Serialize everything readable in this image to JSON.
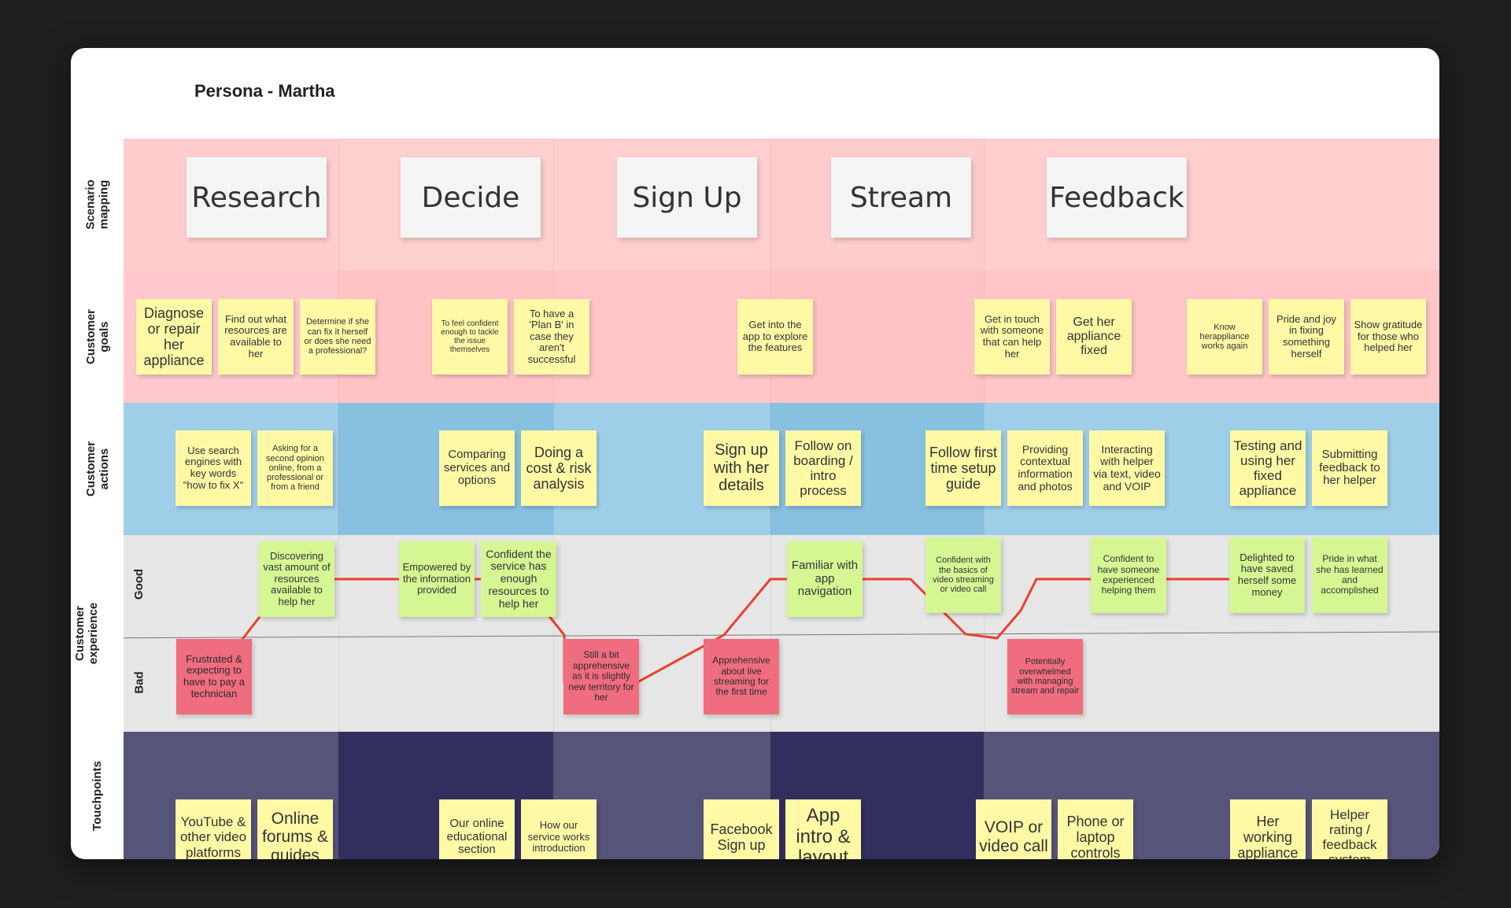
{
  "title": "Persona - Martha",
  "row_labels": {
    "scenario": "Scenario\nmapping",
    "goals": "Customer\ngoals",
    "actions": "Customer\nactions",
    "experience": "Customer\nexperience",
    "good": "Good",
    "bad": "Bad",
    "touchpoints": "Touchpoints"
  },
  "stages": [
    "Research",
    "Decide",
    "Sign Up",
    "Stream",
    "Feedback"
  ],
  "colors": {
    "scenario_band": [
      "#ffcdcd",
      "#fcd0cf",
      "#ffcfcf",
      "#fdcdcd",
      "#ffcece"
    ],
    "goals_band": [
      "#ffc9cd",
      "#ffc3c6",
      "#ffc5c8",
      "#ffc3c6",
      "#ffc5c8"
    ],
    "actions_band": [
      "#9fcfe8",
      "#88c0e0",
      "#9fcfe8",
      "#88c0e0",
      "#9fcfe8"
    ],
    "experience_band": "#e6e6e6",
    "touchpoints_band": [
      "#575479",
      "#322f5e",
      "#575479",
      "#322f5e",
      "#575479"
    ],
    "journey_line": "#e8412e",
    "note_yellow": "#fff9a6",
    "note_green": "#d5f693",
    "note_red": "#ef6d7f"
  },
  "goals": [
    [
      "Diagnose or repair her appliance",
      "Find out what resources are available to her",
      "Determine if she can fix it herself or does she need a professional?"
    ],
    [
      "To feel confident enough to tackle the issue themselves",
      "To have a 'Plan B' in case they aren't successful"
    ],
    [
      "Get into the app to explore the features"
    ],
    [
      "Get in touch with someone that can help her",
      "Get her appliance fixed"
    ],
    [
      "Know herappliance works again",
      "Pride and joy in fixing something herself",
      "Show gratitude for those who helped her"
    ]
  ],
  "actions": [
    [
      "Use search engines with key words \"how to fix X\"",
      "Asking for a second opinion online, from a professional or from a friend"
    ],
    [
      "Comparing services and options",
      "Doing a cost & risk analysis"
    ],
    [
      "Sign up with her details",
      "Follow on boarding / intro process"
    ],
    [
      "Follow first time setup guide",
      "Providing contextual information and photos",
      "Interacting with helper via text, video and VOIP"
    ],
    [
      "Testing and using her fixed appliance",
      "Submitting feedback to her helper"
    ]
  ],
  "experience": [
    {
      "text": "Frustrated & expecting to have to pay a technician",
      "mood": "bad"
    },
    {
      "text": "Discovering vast amount of resources available to help her",
      "mood": "good"
    },
    {
      "text": "Empowered by the information provided",
      "mood": "good"
    },
    {
      "text": "Confident the service has enough resources to help her",
      "mood": "good"
    },
    {
      "text": "Still a bit apprehensive as it is slightly new territory for her",
      "mood": "bad"
    },
    {
      "text": "Apprehensive about live streaming for the first time",
      "mood": "bad"
    },
    {
      "text": "Familiar with app navigation",
      "mood": "good"
    },
    {
      "text": "Confident with the basics of video streaming or video call",
      "mood": "good"
    },
    {
      "text": "Potentially overwhelmed with managing stream and repair",
      "mood": "bad"
    },
    {
      "text": "Confident to have someone experienced helping them",
      "mood": "good"
    },
    {
      "text": "Delighted to have saved herself some money",
      "mood": "good"
    },
    {
      "text": "Pride in what she has learned and accomplished",
      "mood": "good"
    }
  ],
  "touchpoints": [
    [
      "YouTube & other video platforms",
      "Online forums & guides"
    ],
    [
      "Our online educational section",
      "How our service works introduction"
    ],
    [
      "Facebook Sign up",
      "App intro & layout"
    ],
    [
      "VOIP or video call",
      "Phone or laptop controls"
    ],
    [
      "Her working appliance",
      "Helper rating / feedback system"
    ]
  ]
}
